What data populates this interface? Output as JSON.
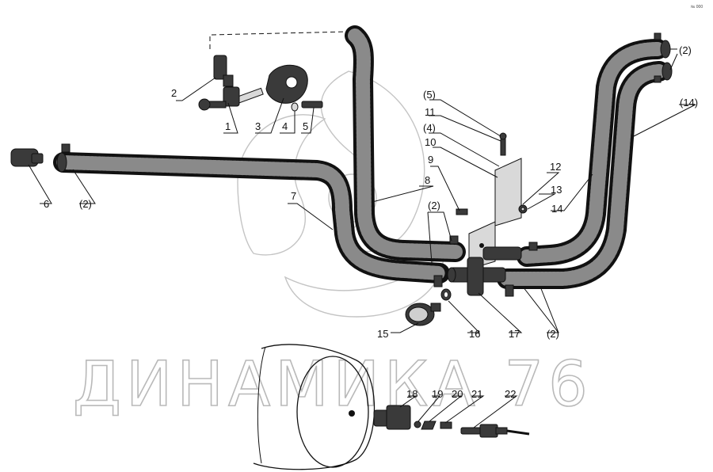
{
  "watermark": {
    "text": "ДИНАМИКА 76",
    "color": "#b9b9b9"
  },
  "colors": {
    "ink": "#111111",
    "hose_texture": "#8a8a8a",
    "background": "#ffffff"
  },
  "corner_mark": "№ 000",
  "callouts": {
    "c1": "1",
    "c2": "2",
    "c3": "3",
    "c4": "4",
    "c5": "5",
    "c6": "6",
    "c7": "7",
    "c8": "8",
    "c9": "9",
    "c10": "10",
    "c11": "11",
    "c12": "12",
    "c13": "13",
    "c14": "14",
    "c15": "15",
    "c16": "16",
    "c17": "17",
    "c18": "18",
    "c19": "19",
    "c20": "20",
    "c21": "21",
    "c22": "22",
    "p2_left": "(2)",
    "p2_center": "(2)",
    "p2_bottom_right": "(2)",
    "p2_top_right": "(2)",
    "p4": "(4)",
    "p5": "(5)",
    "p14": "(14)"
  }
}
